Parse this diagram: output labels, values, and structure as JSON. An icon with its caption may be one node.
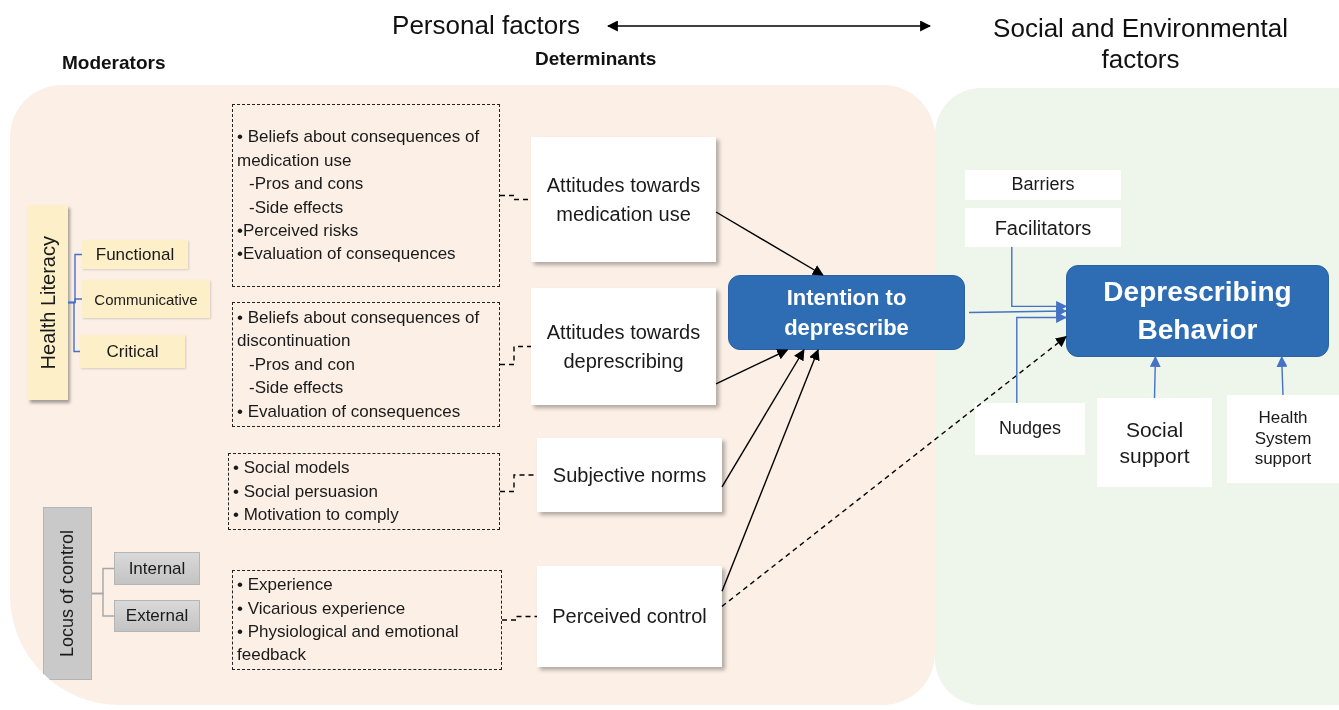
{
  "diagram": {
    "nodes": [
      {
        "text": [
          "Personal factors"
        ]
      },
      {
        "text": [
          "Social and Environmental factors"
        ]
      },
      {
        "text": [],
        "shape": "box"
      },
      {
        "text": [
          "Health Literacy"
        ],
        "in": 2
      },
      {
        "text": [
          "Functional"
        ],
        "in": 2
      },
      {
        "text": [
          "Communicative"
        ],
        "in": 2
      },
      {
        "text": [
          "Critical"
        ],
        "in": 2
      },
      {
        "text": [
          "Locus of control"
        ],
        "in": 2
      },
      {
        "text": [
          "Internal"
        ],
        "in": 2
      },
      {
        "text": [
          "External"
        ],
        "in": 2
      },
      {
        "text": [
          "• Beliefs about consequences of medication use",
          "-Pros and cons",
          "-Side effects",
          "•Perceived risks",
          "•Evaluation of consequences"
        ],
        "in": 2
      },
      {
        "text": [
          "Attitudes towards medication use"
        ],
        "in": 2
      },
      {
        "text": [
          "• Beliefs about consequences of discontinuation",
          "-Pros and con",
          "-Side effects",
          "• Evaluation of consequences"
        ],
        "in": 2
      },
      {
        "text": [
          "Attitudes towards deprescribing"
        ],
        "in": 2
      },
      {
        "text": [
          "• Social models",
          "• Social persuasion",
          "• Motivation to comply"
        ],
        "in": 2
      },
      {
        "text": [
          "Subjective norms"
        ],
        "in": 2
      },
      {
        "text": [
          "• Experience",
          "• Vicarious experience",
          "• Physiological and emotional feedback"
        ],
        "in": 2
      },
      {
        "text": [
          "Perceived control"
        ],
        "in": 2
      },
      {
        "text": [
          "Intention to deprescribe"
        ]
      },
      {
        "text": [],
        "shape": "box"
      },
      {
        "text": [
          "Barriers"
        ],
        "in": 19
      },
      {
        "text": [
          "Facilitators"
        ],
        "in": 19
      },
      {
        "text": [
          "Deprescribing Behavior"
        ],
        "in": 19
      },
      {
        "text": [
          "Nudges"
        ],
        "in": 19
      },
      {
        "text": [
          "Social support"
        ],
        "in": 19
      },
      {
        "text": [
          "Health System support"
        ],
        "in": 19
      }
    ],
    "edges": [
      {
        "from": 0,
        "to": 1,
        "arrow": "both"
      },
      {
        "from": 3,
        "to": 4,
        "arrow": "none",
        "color": "#4472c4"
      },
      {
        "from": 3,
        "to": 5,
        "arrow": "none",
        "color": "#4472c4"
      },
      {
        "from": 3,
        "to": 6,
        "arrow": "none",
        "color": "#4472c4"
      },
      {
        "from": 7,
        "to": 8,
        "arrow": "none",
        "color": "#a6a6a6"
      },
      {
        "from": 7,
        "to": 9,
        "arrow": "none",
        "color": "#a6a6a6"
      },
      {
        "from": 10,
        "to": 11,
        "arrow": "none",
        "style": "dashed"
      },
      {
        "from": 12,
        "to": 13,
        "arrow": "none",
        "style": "dashed"
      },
      {
        "from": 14,
        "to": 15,
        "arrow": "none",
        "style": "dashed"
      },
      {
        "from": 16,
        "to": 17,
        "arrow": "none",
        "style": "dashed"
      },
      {
        "from": 11,
        "to": 18,
        "arrow": "to"
      },
      {
        "from": 13,
        "to": 18,
        "arrow": "to"
      },
      {
        "from": 15,
        "to": 18,
        "arrow": "to"
      },
      {
        "from": 17,
        "to": 18,
        "arrow": "to"
      },
      {
        "from": 17,
        "to": 22,
        "arrow": "to",
        "style": "dashed"
      },
      {
        "from": 18,
        "to": 22,
        "arrow": "to",
        "color": "#4472c4"
      },
      {
        "from": 21,
        "to": 22,
        "arrow": "to",
        "color": "#4472c4"
      },
      {
        "from": 23,
        "to": 22,
        "arrow": "to",
        "color": "#4472c4"
      },
      {
        "from": 24,
        "to": 22,
        "arrow": "to",
        "color": "#4472c4"
      },
      {
        "from": 25,
        "to": 22,
        "arrow": "to",
        "color": "#4472c4"
      }
    ],
    "labels": [
      "Moderators",
      "Determinants"
    ]
  }
}
